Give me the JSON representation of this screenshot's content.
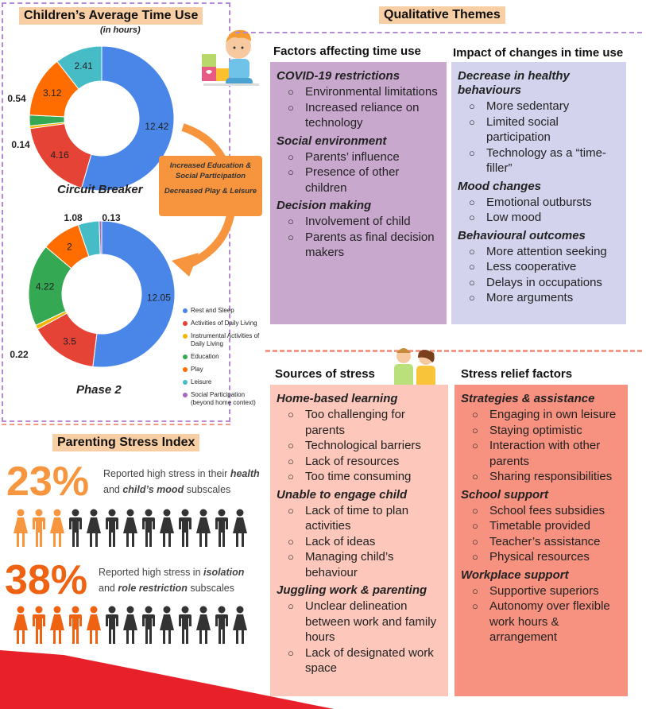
{
  "left": {
    "title": "Children’s Average Time Use",
    "subtitle": "(in hours)",
    "legend": [
      {
        "label": "Rest and Sleep",
        "color": "#4a86e8"
      },
      {
        "label": "Activities of Daily Living",
        "color": "#e54335"
      },
      {
        "label": "Instrumental Activities of Daily Living",
        "color": "#f4b400"
      },
      {
        "label": "Education",
        "color": "#34a853"
      },
      {
        "label": "Play",
        "color": "#ff6d01"
      },
      {
        "label": "Leisure",
        "color": "#46bdc6"
      },
      {
        "label": "Social Participation (beyond home context)",
        "color": "#a569bd"
      }
    ],
    "arrow_text_1": "Increased Education & Social Participation",
    "arrow_text_2": "Decreased Play & Leisure"
  },
  "chart_data": [
    {
      "type": "pie",
      "title": "Circuit Breaker",
      "categories": [
        "Rest and Sleep",
        "Activities of Daily Living",
        "Instrumental Activities of Daily Living",
        "Education",
        "Play",
        "Leisure",
        "Social Participation (beyond home context)"
      ],
      "values": [
        12.42,
        4.16,
        0.14,
        0.54,
        3.12,
        2.41,
        0
      ],
      "labels": [
        "12.42",
        "4.16",
        "0.14",
        "0.54",
        "3.12",
        "2.41",
        ""
      ]
    },
    {
      "type": "pie",
      "title": "Phase 2",
      "categories": [
        "Rest and Sleep",
        "Activities of Daily Living",
        "Instrumental Activities of Daily Living",
        "Education",
        "Play",
        "Leisure",
        "Social Participation (beyond home context)"
      ],
      "values": [
        12.05,
        3.5,
        0.22,
        4.22,
        2,
        1.08,
        0.13
      ],
      "labels": [
        "12.05",
        "3.5",
        "0.22",
        "4.22",
        "2",
        "1.08",
        "0.13"
      ]
    }
  ],
  "psi": {
    "title": "Parenting Stress Index",
    "row1": {
      "pct": "23%",
      "t1": "Reported high stress in their ",
      "b1": "health",
      "t2": "and ",
      "b2": "child’s mood",
      "t3": " subscales",
      "highlighted": 3,
      "total": 13,
      "color": "#f7963e"
    },
    "row2": {
      "pct": "38%",
      "t1": "Reported high stress in ",
      "b1": "isolation",
      "t2": "and ",
      "b2": "role restriction",
      "t3": " subscales",
      "highlighted": 5,
      "total": 13,
      "color": "#ee6211"
    }
  },
  "themes": {
    "title": "Qualitative Themes",
    "factors": {
      "heading": "Factors affecting time use",
      "groups": [
        {
          "title": "COVID-19 restrictions",
          "items": [
            "Environmental limitations",
            "Increased reliance on technology"
          ]
        },
        {
          "title": "Social environment",
          "items": [
            "Parents’ influence",
            "Presence of other children"
          ]
        },
        {
          "title": "Decision making",
          "items": [
            "Involvement of child",
            "Parents as final decision makers"
          ]
        }
      ]
    },
    "impact": {
      "heading": "Impact of changes in time use",
      "groups": [
        {
          "title": "Decrease in healthy behaviours",
          "items": [
            "More sedentary",
            "Limited social participation",
            "Technology as a “time-filler”"
          ]
        },
        {
          "title": "Mood changes",
          "items": [
            "Emotional outbursts",
            "Low mood"
          ]
        },
        {
          "title": "Behavioural outcomes",
          "items": [
            "More attention seeking",
            "Less cooperative",
            "Delays in occupations",
            "More arguments"
          ]
        }
      ]
    },
    "stress": {
      "heading": "Sources of stress",
      "groups": [
        {
          "title": "Home-based learning",
          "items": [
            "Too challenging for parents",
            "Technological barriers",
            "Lack of resources",
            "Too time consuming"
          ]
        },
        {
          "title": "Unable to engage child",
          "items": [
            "Lack of time to plan activities",
            "Lack of ideas",
            "Managing child’s behaviour"
          ]
        },
        {
          "title": "Juggling work & parenting",
          "items": [
            "Unclear delineation between work and family hours",
            "Lack of designated work space"
          ]
        }
      ]
    },
    "relief": {
      "heading": "Stress relief factors",
      "groups": [
        {
          "title": "Strategies & assistance",
          "items": [
            "Engaging in own leisure",
            "Staying optimistic",
            "Interaction with other parents",
            "Sharing responsibilities"
          ]
        },
        {
          "title": "School support",
          "items": [
            "School fees subsidies",
            "Timetable provided",
            "Teacher’s assistance",
            "Physical resources"
          ]
        },
        {
          "title": "Workplace support",
          "items": [
            "Supportive superiors",
            "Autonomy over flexible work hours & arrangement"
          ]
        }
      ]
    }
  }
}
